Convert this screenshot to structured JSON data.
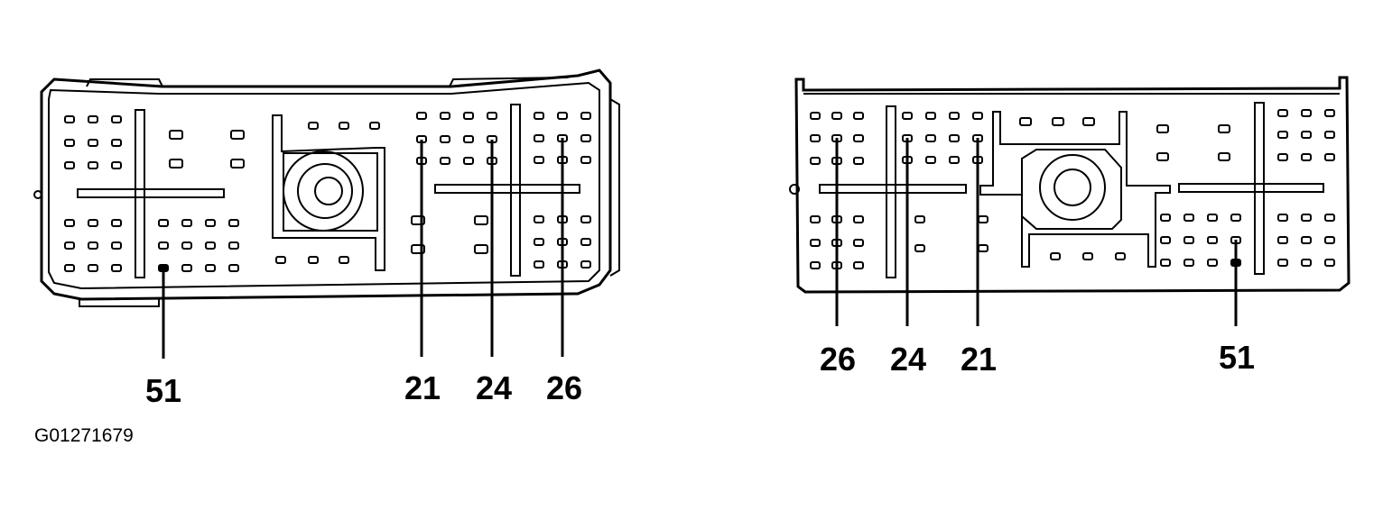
{
  "figure_id": "G01271679",
  "connectors": [
    {
      "name": "left-connector",
      "pin_labels": [
        "51",
        "21",
        "24",
        "26"
      ]
    },
    {
      "name": "right-connector",
      "pin_labels": [
        "26",
        "24",
        "21",
        "51"
      ]
    }
  ],
  "colors": {
    "ink": "#000000",
    "background": "#ffffff"
  }
}
